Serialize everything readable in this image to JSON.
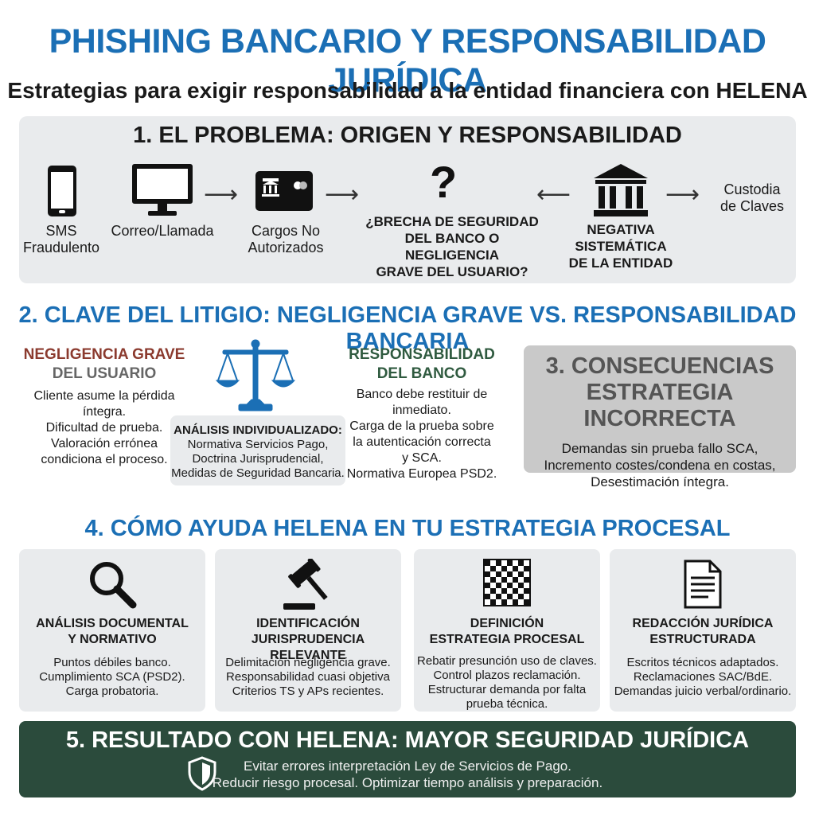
{
  "title": "PHISHING BANCARIO Y RESPONSABILIDAD JURÍDICA",
  "subtitle": "Estrategias para exigir responsabilidad a la entidad financiera con HELENA",
  "section1": {
    "title": "1. EL PROBLEMA: ORIGEN Y RESPONSABILIDAD",
    "sms": {
      "line1": "SMS",
      "line2": "Fraudulento",
      "icon": "phone-icon"
    },
    "mail": {
      "label": "Correo/Llamada",
      "icon": "monitor-icon"
    },
    "charges": {
      "line1": "Cargos No",
      "line2": "Autorizados",
      "icon": "bank-card-icon"
    },
    "question": {
      "mark": "?",
      "line1": "¿BRECHA DE SEGURIDAD",
      "line2": "DEL BANCO O NEGLIGENCIA",
      "line3": "GRAVE DEL USUARIO?"
    },
    "denial": {
      "line1": "NEGATIVA",
      "line2": "SISTEMÁTICA",
      "line3": "DE LA ENTIDAD",
      "icon": "bank-building-icon"
    },
    "custody": {
      "line1": "Custodia",
      "line2": "de Claves"
    }
  },
  "section2": {
    "title": "2. CLAVE DEL LITIGIO: NEGLIGENCIA GRAVE VS. RESPONSABILIDAD BANCARIA",
    "user": {
      "head1": "NEGLIGENCIA GRAVE",
      "head2": "DEL USUARIO",
      "lines": [
        "Cliente asume la pérdida",
        "íntegra.",
        "Dificultad de prueba.",
        "Valoración errónea",
        "condiciona el proceso."
      ]
    },
    "analysis": {
      "head": "ANÁLISIS INDIVIDUALIZADO:",
      "lines": [
        "Normativa Servicios Pago,",
        "Doctrina Jurisprudencial,",
        "Medidas de Seguridad Bancaria."
      ]
    },
    "bank": {
      "head1": "RESPONSABILIDAD",
      "head2": "DEL BANCO",
      "lines": [
        "Banco debe restituir de",
        "inmediato.",
        "Carga de la prueba sobre",
        "la autenticación correcta",
        "y SCA.",
        "Normativa Europea PSD2."
      ]
    }
  },
  "section3": {
    "line1": "3. CONSECUENCIAS",
    "line2": "ESTRATEGIA INCORRECTA",
    "lines": [
      "Demandas sin prueba fallo SCA,",
      "Incremento costes/condena en costas,",
      "Desestimación íntegra."
    ]
  },
  "section4": {
    "title": "4. CÓMO AYUDA HELENA EN TU ESTRATEGIA PROCESAL",
    "cards": [
      {
        "icon": "magnifier-icon",
        "t1": "ANÁLISIS DOCUMENTAL",
        "t2": "Y NORMATIVO",
        "lines": [
          "Puntos débiles banco.",
          "Cumplimiento SCA (PSD2).",
          "Carga probatoria."
        ]
      },
      {
        "icon": "gavel-icon",
        "t1": "IDENTIFICACIÓN",
        "t2": "JURISPRUDENCIA RELEVANTE",
        "lines": [
          "Delimitación negligencia grave.",
          "Responsabilidad cuasi objetiva",
          "Criterios TS y APs recientes."
        ]
      },
      {
        "icon": "chessboard-icon",
        "t1": "DEFINICIÓN",
        "t2": "ESTRATEGIA PROCESAL",
        "lines": [
          "Rebatir presunción uso de claves.",
          "Control plazos reclamación.",
          "Estructurar demanda por falta",
          "prueba técnica."
        ]
      },
      {
        "icon": "document-icon",
        "t1": "REDACCIÓN JURÍDICA",
        "t2": "ESTRUCTURADA",
        "lines": [
          "Escritos técnicos adaptados.",
          "Reclamaciones SAC/BdE.",
          "Demandas juicio verbal/ordinario."
        ]
      }
    ]
  },
  "section5": {
    "title": "5. RESULTADO CON HELENA: MAYOR SEGURIDAD JURÍDICA",
    "line1": "Evitar errores interpretación Ley de Servicios de Pago.",
    "line2": "Reducir riesgo procesal. Optimizar tiempo análisis y preparación.",
    "icon": "shield-icon"
  },
  "colors": {
    "blue": "#1b6fb5",
    "red": "#8b3a2e",
    "green": "#2f5a3f",
    "darkgreen": "#2b4b3c",
    "panel": "#e9ebed",
    "gray": "#c9c9c9"
  }
}
